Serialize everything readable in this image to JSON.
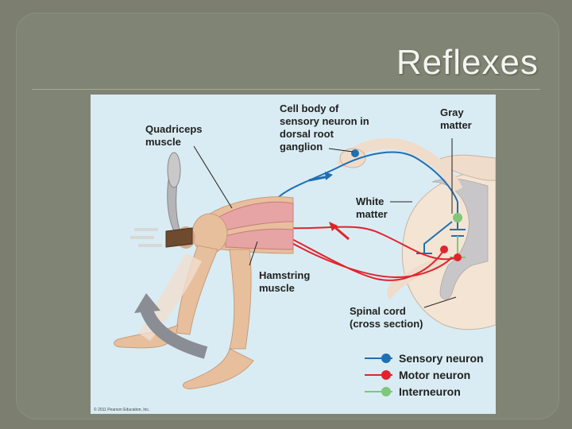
{
  "slide": {
    "title": "Reflexes"
  },
  "figure": {
    "labels": {
      "cell_body_l1": "Cell body of",
      "cell_body_l2": "sensory neuron in",
      "cell_body_l3": "dorsal root",
      "cell_body_l4": "ganglion",
      "gray_l1": "Gray",
      "gray_l2": "matter",
      "quad_l1": "Quadriceps",
      "quad_l2": "muscle",
      "white_l1": "White",
      "white_l2": "matter",
      "ham_l1": "Hamstring",
      "ham_l2": "muscle",
      "cord_l1": "Spinal cord",
      "cord_l2": "(cross section)"
    },
    "legend": {
      "sensory": "Sensory neuron",
      "motor": "Motor neuron",
      "inter": "Interneuron"
    },
    "copyright": "© 2011 Pearson Education, Inc.",
    "colors": {
      "sensory": "#1f6fb3",
      "motor": "#e0242e",
      "inter": "#7fc77a",
      "background": "#d9ecf3"
    }
  }
}
